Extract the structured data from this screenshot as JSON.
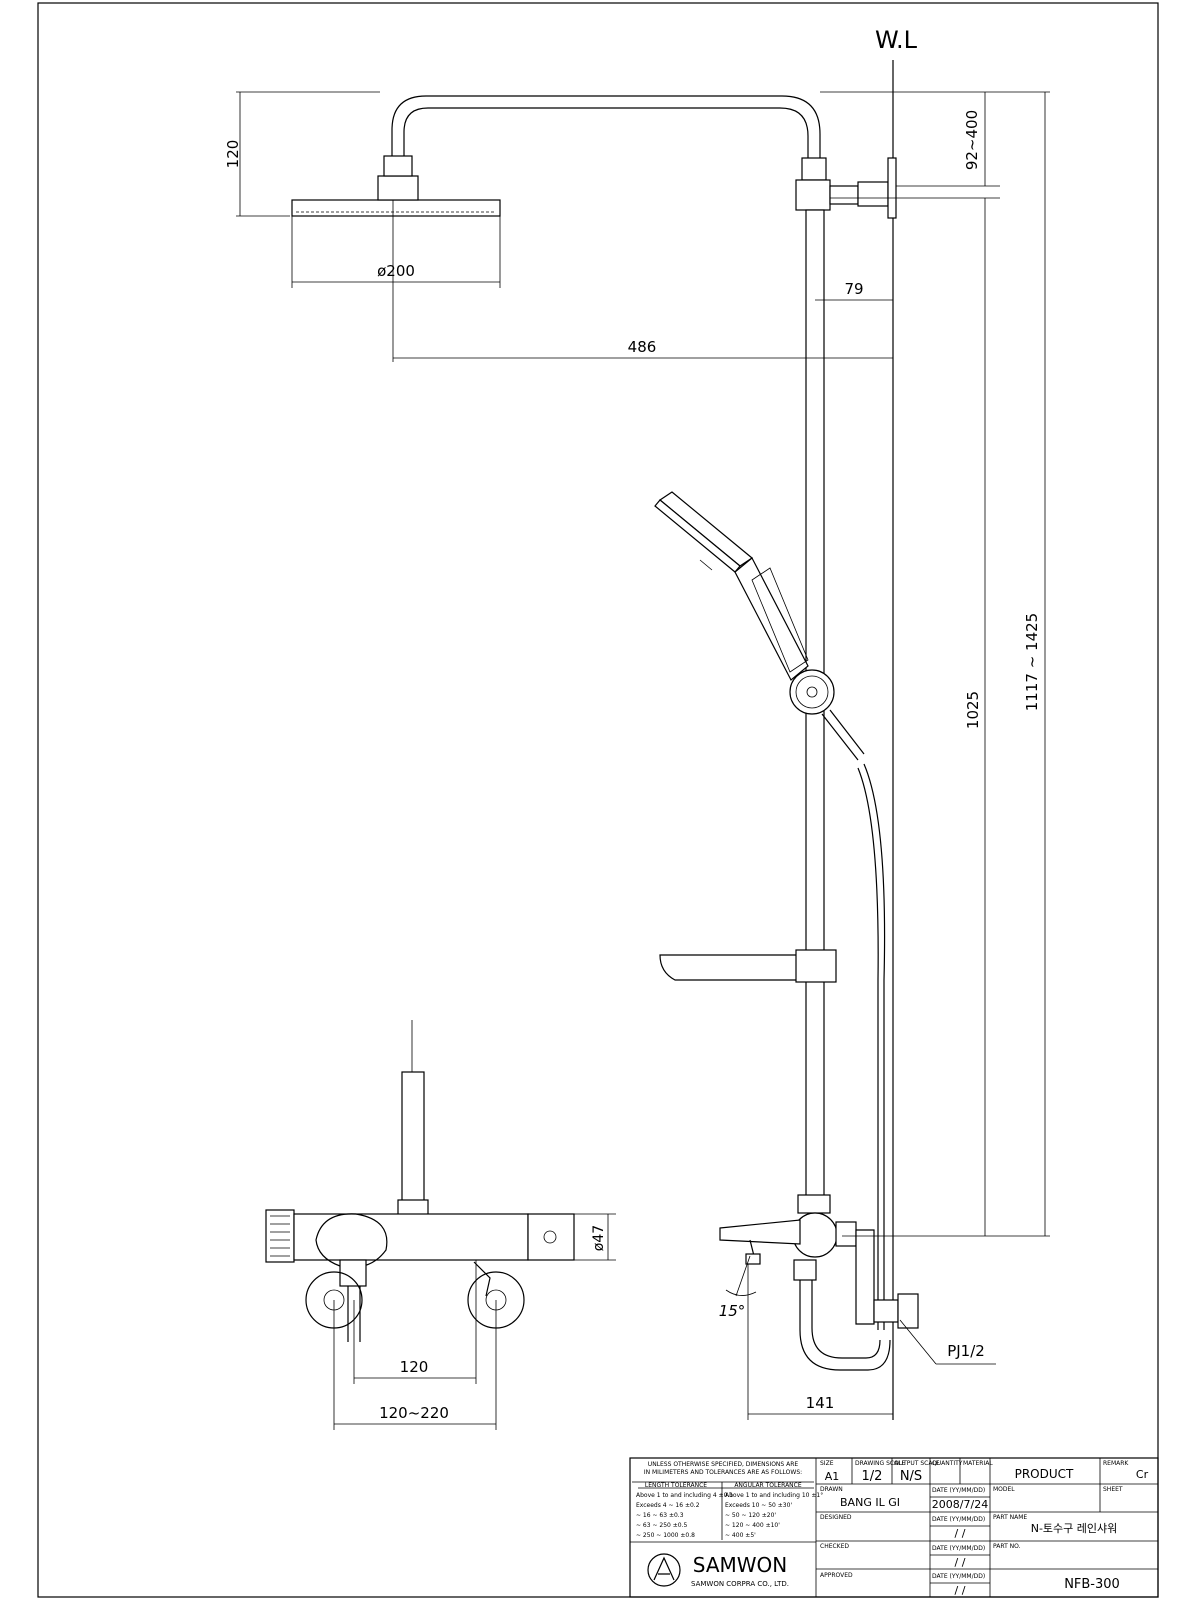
{
  "drawing": {
    "wall_label": "W.L",
    "dimensions": {
      "head_height": "120",
      "arm_drop": "92~400",
      "head_diameter": "ø200",
      "bar_offset": "79",
      "arm_reach": "486",
      "bar_length": "1025",
      "total_height": "1117 ~ 1425",
      "body_diameter": "ø47",
      "inlet_spacing": "120",
      "inlet_range": "120~220",
      "spout_angle": "15°",
      "body_depth": "141",
      "pipe_thread": "PJ1/2"
    }
  },
  "title_block": {
    "tolerance_note_1": "UNLESS OTHERWISE SPECIFIED, DIMENSIONS ARE",
    "tolerance_note_2": "IN MILIMETERS AND TOLERANCES ARE AS FOLLOWS:",
    "length_tolerance": "LENGTH TOLERANCE",
    "angular_tolerance": "ANGULAR TOLERANCE",
    "lt_rows": [
      "Above 1 to and including 4  ±0.1",
      "Exceeds 4  ~  16  ±0.2",
      "~ 16  ~  63  ±0.3",
      "~ 63  ~  250  ±0.5",
      "~ 250  ~  1000  ±0.8"
    ],
    "at_rows": [
      "Above 1 to and including 10  ±1°",
      "Exceeds 10  ~  50  ±30'",
      "~ 50  ~  120  ±20'",
      "~ 120  ~  400  ±10'",
      "~ 400  ±5'"
    ],
    "size_label": "SIZE",
    "size_value": "A1",
    "drawing_scale_label": "DRAWING SCALE",
    "drawing_scale_value": "1/2",
    "output_scale_label": "OUTPUT SCALE",
    "output_scale_value": "N/S",
    "quantity_label": "QUANTITY",
    "material_label": "MATERIAL",
    "product": "PRODUCT",
    "remark_label": "REMARK",
    "remark_value": "Cr",
    "drawn_label": "DRAWN",
    "drawn_by": "BANG IL GI",
    "date_label": "DATE (YY/MM/DD)",
    "drawn_date": "2008/7/24",
    "model_label": "MODEL",
    "sheet_label": "SHEET",
    "designed_label": "DESIGNED",
    "designed_date": "/ /",
    "part_name_label": "PART NAME",
    "part_name": "N-토수구 레인샤워",
    "checked_label": "CHECKED",
    "checked_date": "/ /",
    "part_no_label": "PART NO.",
    "part_no": "NFB-300",
    "approved_label": "APPROVED",
    "approved_date": "/ /",
    "company": "SAMWON",
    "company_full": "SAMWON CORPRA CO., LTD."
  }
}
